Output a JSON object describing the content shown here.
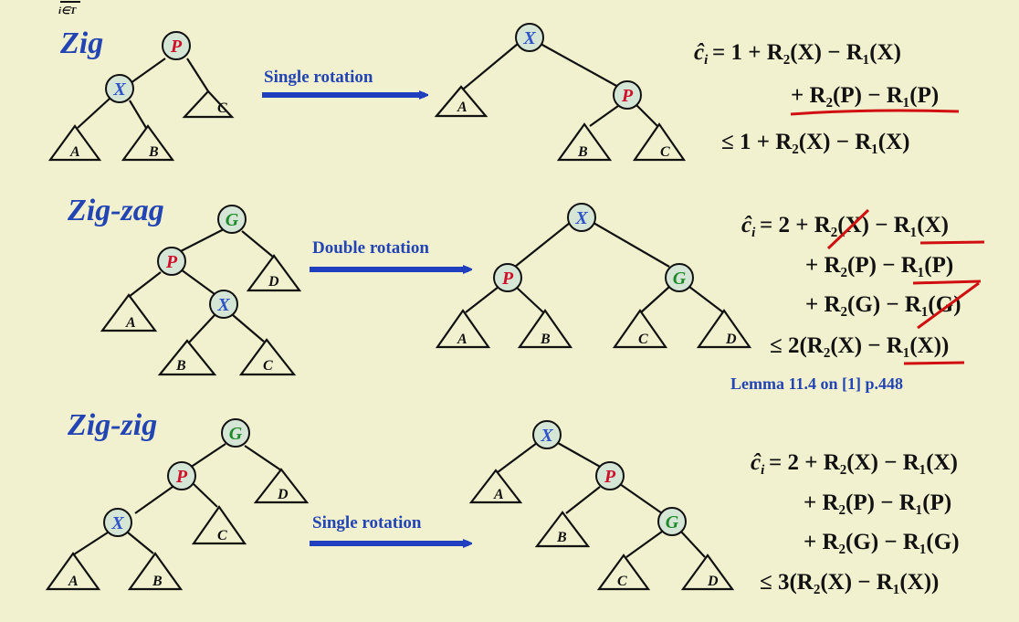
{
  "header": {
    "fragment": "i∈T"
  },
  "colors": {
    "background": "#f2f1cf",
    "node_fill": "#d6e6d6",
    "x_node": "#2f54c9",
    "p_node": "#d0102a",
    "g_node": "#1f8a2a",
    "arrow": "#1f3fbf",
    "title": "#2344b3",
    "underline": "#d01010"
  },
  "cases": [
    {
      "title": "Zig",
      "arrow_label": "Single rotation",
      "before": {
        "nodes": [
          "P",
          "X"
        ],
        "subtrees": [
          "A",
          "B",
          "C"
        ]
      },
      "after": {
        "nodes": [
          "X",
          "P"
        ],
        "subtrees": [
          "A",
          "B",
          "C"
        ]
      },
      "equation": [
        {
          "lead": "ĉ",
          "sub": "i",
          "text": " = 1 + R₂(X) − R₁(X)"
        },
        {
          "text": "+ R₂(P) − R₁(P)"
        },
        {
          "text": "≤ 1 + R₂(X) − R₁(X)"
        }
      ]
    },
    {
      "title": "Zig-zag",
      "arrow_label": "Double rotation",
      "before": {
        "nodes": [
          "G",
          "P",
          "X"
        ],
        "subtrees": [
          "A",
          "B",
          "C",
          "D"
        ]
      },
      "after": {
        "nodes": [
          "X",
          "P",
          "G"
        ],
        "subtrees": [
          "A",
          "B",
          "C",
          "D"
        ]
      },
      "equation": [
        {
          "lead": "ĉ",
          "sub": "i",
          "text": " = 2 + R₂(X) − R₁(X)"
        },
        {
          "text": "+ R₂(P) − R₁(P)"
        },
        {
          "text": "+ R₂(G) − R₁(G)"
        },
        {
          "text": "≤ 2(R₂(X) − R₁(X))"
        }
      ],
      "note": "Lemma 11.4 on [1] p.448"
    },
    {
      "title": "Zig-zig",
      "arrow_label": "Single rotation",
      "before": {
        "nodes": [
          "G",
          "P",
          "X"
        ],
        "subtrees": [
          "A",
          "B",
          "C",
          "D"
        ]
      },
      "after": {
        "nodes": [
          "X",
          "P",
          "G"
        ],
        "subtrees": [
          "A",
          "B",
          "C",
          "D"
        ]
      },
      "equation": [
        {
          "lead": "ĉ",
          "sub": "i",
          "text": " = 2 + R₂(X) − R₁(X)"
        },
        {
          "text": "+ R₂(P) − R₁(P)"
        },
        {
          "text": "+ R₂(G) − R₁(G)"
        },
        {
          "text": "≤ 3(R₂(X) − R₁(X))"
        }
      ]
    }
  ]
}
